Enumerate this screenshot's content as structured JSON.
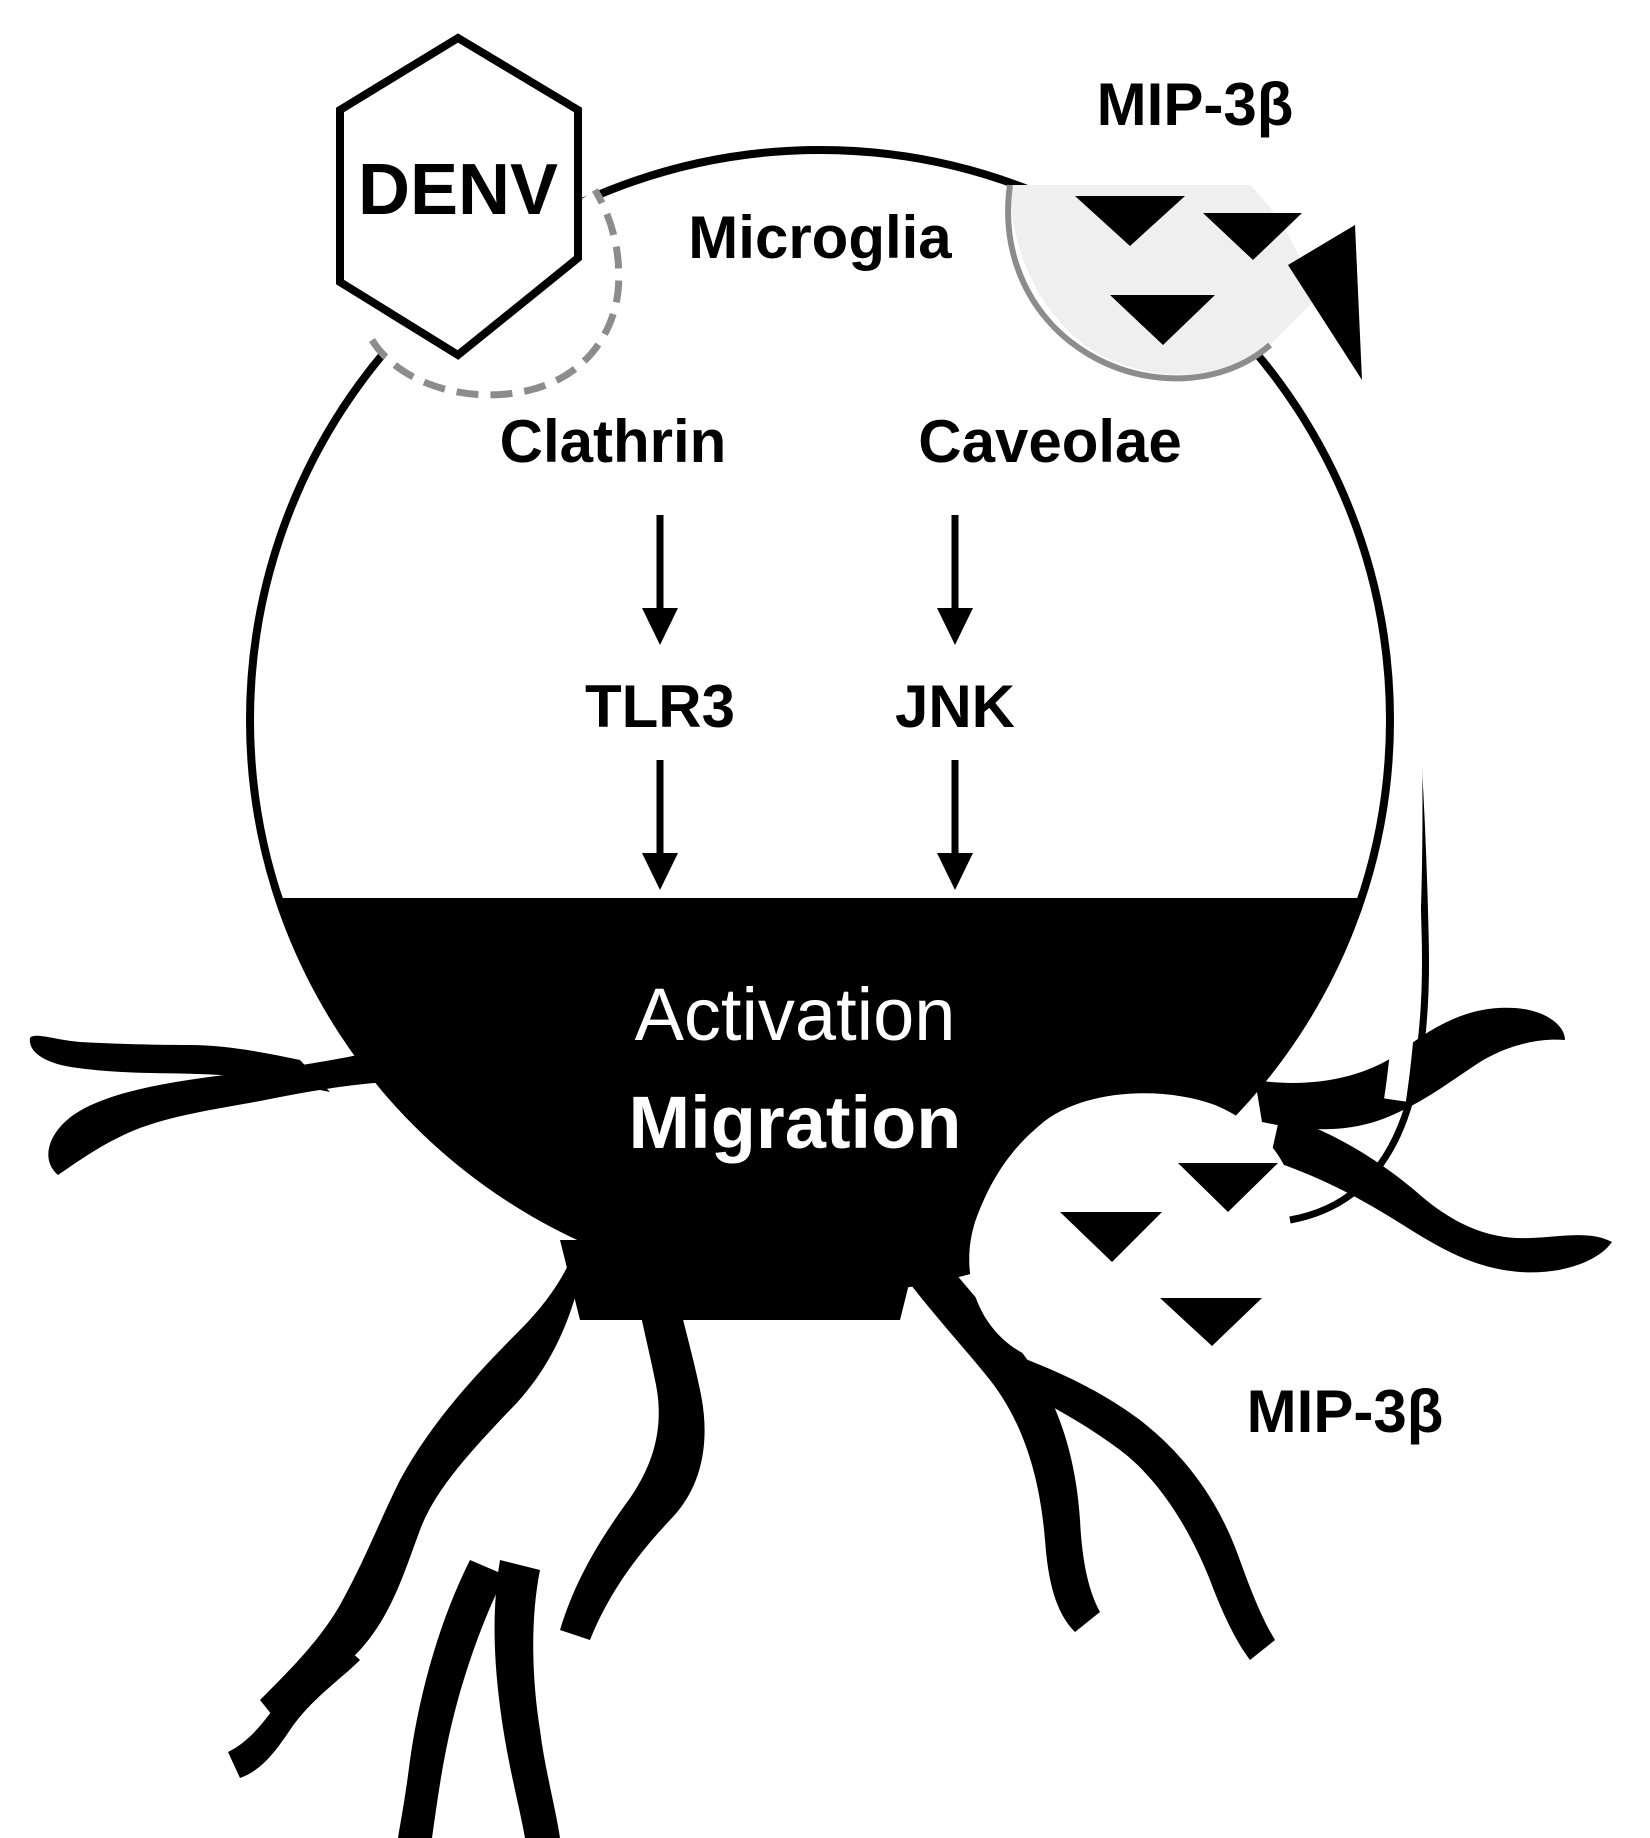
{
  "labels": {
    "virus": "DENV",
    "cell": "Microglia",
    "mip_top": "MIP-3β",
    "mip_bottom": "MIP-3β",
    "clathrin": "Clathrin",
    "caveolae": "Caveolae",
    "tlr3": "TLR3",
    "jnk": "JNK",
    "activation": "Activation",
    "migration": "Migration"
  },
  "colors": {
    "ink": "#000000",
    "paper": "#ffffff",
    "caveola_fill": "#efefef",
    "pit_stroke": "#8c8c8c"
  }
}
